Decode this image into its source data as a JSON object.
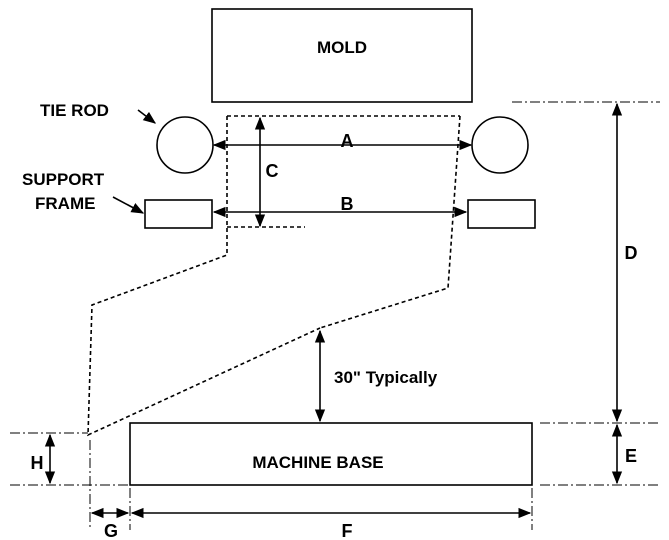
{
  "labels": {
    "mold": "MOLD",
    "tie_rod": "TIE ROD",
    "support_frame_line1": "SUPPORT",
    "support_frame_line2": "FRAME",
    "machine_base": "MACHINE BASE",
    "angle_note": "30\" Typically"
  },
  "dimensions": {
    "a": "A",
    "b": "B",
    "c": "C",
    "d": "D",
    "e": "E",
    "f": "F",
    "g": "G",
    "h": "H"
  }
}
